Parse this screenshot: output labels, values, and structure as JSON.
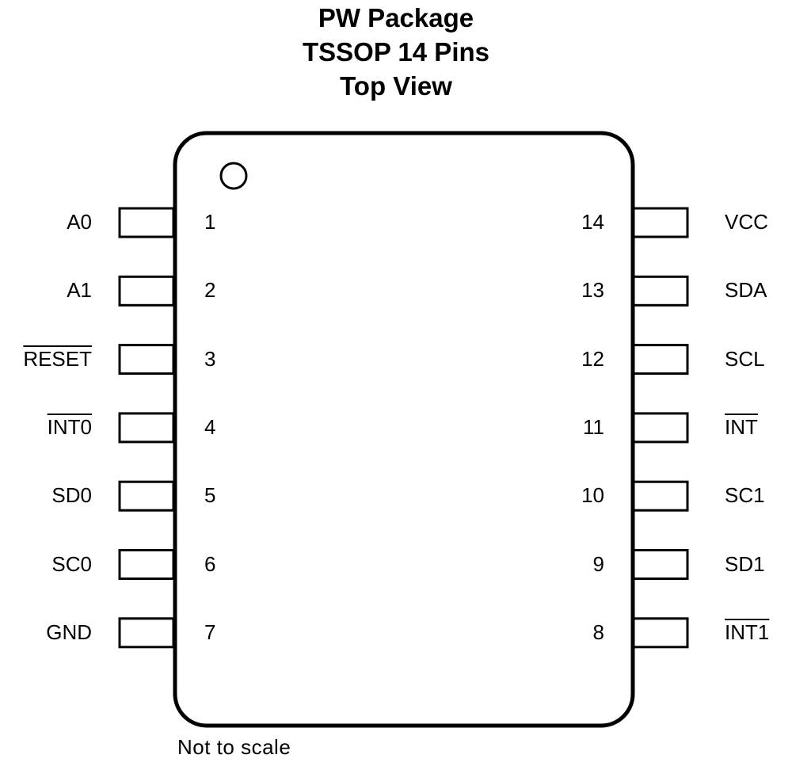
{
  "title": {
    "line1": "PW Package",
    "line2": "TSSOP 14 Pins",
    "line3": "Top View"
  },
  "left_pins": [
    {
      "number": "1",
      "name": "A0",
      "active_low": false
    },
    {
      "number": "2",
      "name": "A1",
      "active_low": false
    },
    {
      "number": "3",
      "name": "RESET",
      "active_low": true
    },
    {
      "number": "4",
      "name": "INT0",
      "active_low": true
    },
    {
      "number": "5",
      "name": "SD0",
      "active_low": false
    },
    {
      "number": "6",
      "name": "SC0",
      "active_low": false
    },
    {
      "number": "7",
      "name": "GND",
      "active_low": false
    }
  ],
  "right_pins": [
    {
      "number": "14",
      "name": "VCC",
      "active_low": false
    },
    {
      "number": "13",
      "name": "SDA",
      "active_low": false
    },
    {
      "number": "12",
      "name": "SCL",
      "active_low": false
    },
    {
      "number": "11",
      "name": "INT",
      "active_low": true
    },
    {
      "number": "10",
      "name": "SC1",
      "active_low": false
    },
    {
      "number": "9",
      "name": "SD1",
      "active_low": false
    },
    {
      "number": "8",
      "name": "INT1",
      "active_low": true
    }
  ],
  "note": "Not to scale"
}
